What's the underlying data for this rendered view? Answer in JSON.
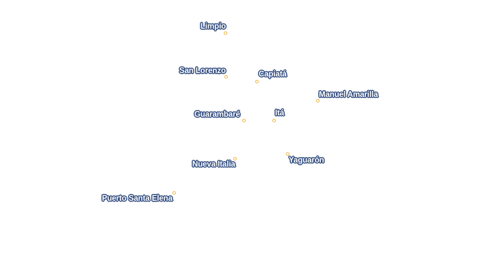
{
  "map": {
    "colors": {
      "label_text": "#ffffff",
      "label_halo": "#2e4a7e",
      "marker_stroke": "#f0b43c",
      "marker_fill": "#ffffff",
      "background": "#ffffff"
    },
    "cities": [
      {
        "name": "Limpio"
      },
      {
        "name": "San Lorenzo"
      },
      {
        "name": "Capiatá"
      },
      {
        "name": "Manuel Amarilla"
      },
      {
        "name": "Guarambaré"
      },
      {
        "name": "Itá"
      },
      {
        "name": "Yaguarón"
      },
      {
        "name": "Nueva Italia"
      },
      {
        "name": "Puerto Santa Elena"
      }
    ]
  }
}
